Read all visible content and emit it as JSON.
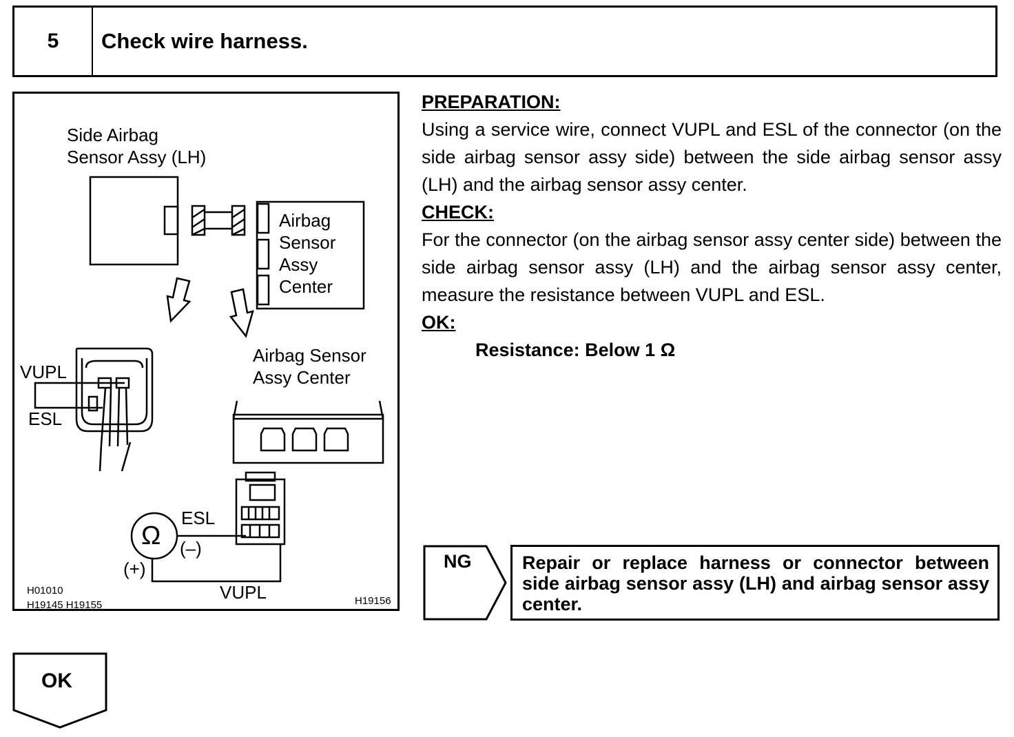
{
  "header": {
    "step_number": "5",
    "title": "Check wire harness."
  },
  "figure": {
    "label_side_sensor_line1": "Side Airbag",
    "label_side_sensor_line2": "Sensor Assy (LH)",
    "label_center_box_line1": "Airbag",
    "label_center_box_line2": "Sensor",
    "label_center_box_line3": "Assy",
    "label_center_box_line4": "Center",
    "label_vupl_left": "VUPL",
    "label_esl_left": "ESL",
    "label_center_line1": "Airbag Sensor",
    "label_center_line2": "Assy Center",
    "label_esl_meter": "ESL",
    "label_minus": "(–)",
    "label_plus": "(+)",
    "label_vupl_bottom": "VUPL",
    "ohm_symbol": "Ω",
    "code_1": "H01010",
    "code_2": "H19145  H19155",
    "code_3": "H19156"
  },
  "instructions": {
    "preparation_heading": "PREPARATION:",
    "preparation_text": "Using a service wire, connect VUPL and ESL of the connector (on the side airbag sensor assy side) between the side airbag sensor assy (LH) and the airbag sensor assy center.",
    "check_heading": "CHECK:",
    "check_text": "For the connector (on the airbag sensor assy center side) between the side airbag sensor assy (LH) and the airbag sensor assy center, measure the resistance between VUPL and ESL.",
    "ok_heading": "OK:",
    "spec": "Resistance: Below 1 Ω"
  },
  "ng_branch": {
    "label": "NG",
    "action": "Repair or replace harness or connector between side airbag sensor assy (LH) and airbag sensor assy center."
  },
  "ok_branch": {
    "label": "OK"
  }
}
